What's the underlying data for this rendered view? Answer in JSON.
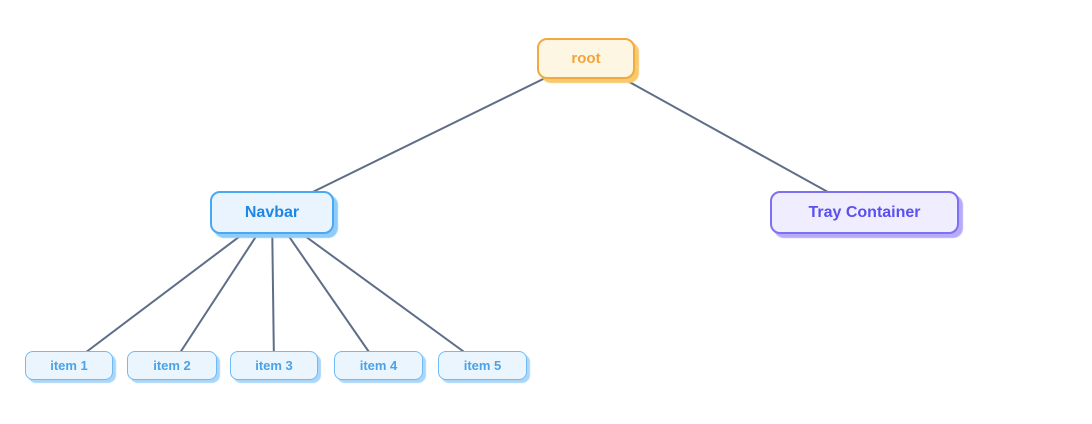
{
  "diagram": {
    "background": "#ffffff",
    "edge_color": "#5f6e88",
    "nodes": {
      "root": {
        "label": "root",
        "text_color": "#f2a53a",
        "fill": "#fdf6e2",
        "border_color": "#f2a93f",
        "shadow_color": "#f8ca6e"
      },
      "navbar": {
        "label": "Navbar",
        "text_color": "#1e87e5",
        "fill": "#e9f4fe",
        "border_color": "#49a8f1",
        "shadow_color": "#8fccf9"
      },
      "tray": {
        "label": "Tray Container",
        "text_color": "#5b4ff0",
        "fill": "#f0eefe",
        "border_color": "#7e70f2",
        "shadow_color": "#b7abf9"
      },
      "item1": {
        "label": "item 1",
        "text_color": "#4aa3e8",
        "fill": "#eaf5fe",
        "border_color": "#70bbf5",
        "shadow_color": "#aad6fa"
      },
      "item2": {
        "label": "item 2",
        "text_color": "#4aa3e8",
        "fill": "#eaf5fe",
        "border_color": "#70bbf5",
        "shadow_color": "#aad6fa"
      },
      "item3": {
        "label": "item 3",
        "text_color": "#4aa3e8",
        "fill": "#eaf5fe",
        "border_color": "#70bbf5",
        "shadow_color": "#aad6fa"
      },
      "item4": {
        "label": "item 4",
        "text_color": "#4aa3e8",
        "fill": "#eaf5fe",
        "border_color": "#70bbf5",
        "shadow_color": "#aad6fa"
      },
      "item5": {
        "label": "item 5",
        "text_color": "#4aa3e8",
        "fill": "#eaf5fe",
        "border_color": "#70bbf5",
        "shadow_color": "#aad6fa"
      }
    },
    "edges": [
      {
        "from": "root",
        "to": "navbar"
      },
      {
        "from": "root",
        "to": "tray"
      },
      {
        "from": "navbar",
        "to": "item1"
      },
      {
        "from": "navbar",
        "to": "item2"
      },
      {
        "from": "navbar",
        "to": "item3"
      },
      {
        "from": "navbar",
        "to": "item4"
      },
      {
        "from": "navbar",
        "to": "item5"
      }
    ]
  }
}
